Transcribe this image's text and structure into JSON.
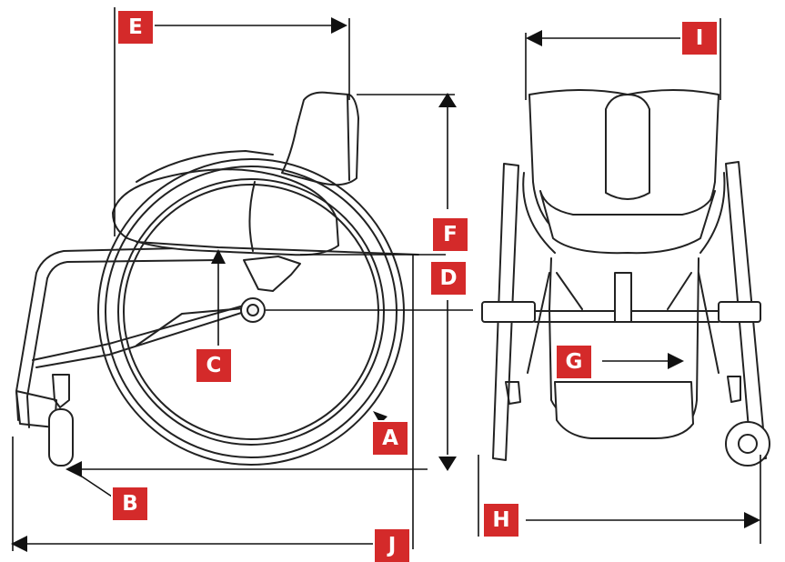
{
  "labels": {
    "A": "A",
    "B": "B",
    "C": "C",
    "D": "D",
    "E": "E",
    "F": "F",
    "G": "G",
    "H": "H",
    "I": "I",
    "J": "J"
  },
  "colors": {
    "badge": "#d42a2a",
    "badge_text": "#ffffff",
    "line": "#222222",
    "background": "#ffffff"
  }
}
